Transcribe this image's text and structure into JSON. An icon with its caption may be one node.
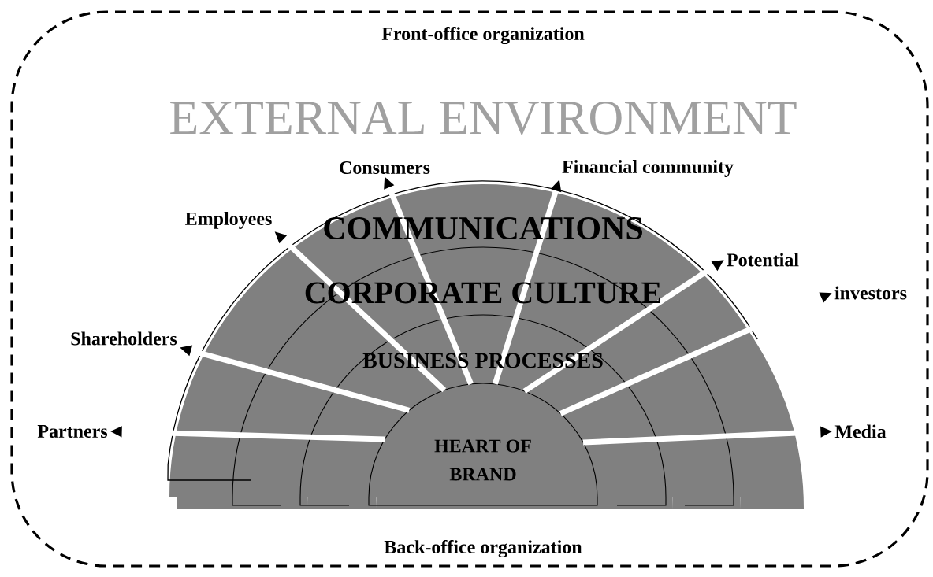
{
  "diagram": {
    "nodes": [
      {
        "text": [
          "Front-office organization",
          "Back-office organization"
        ]
      },
      {
        "text": [
          "HEART OF BRAND"
        ],
        "in": 0
      },
      {
        "text": [
          "BUSINESS PROCESSES"
        ],
        "in": 0
      },
      {
        "text": [
          "CORPORATE CULTURE"
        ],
        "in": 0
      },
      {
        "text": [
          "COMMUNICATIONS"
        ],
        "in": 0
      },
      {
        "text": [
          "Partners"
        ],
        "in": 0
      },
      {
        "text": [
          "Shareholders"
        ],
        "in": 0
      },
      {
        "text": [
          "Employees"
        ],
        "in": 0
      },
      {
        "text": [
          "Consumers"
        ],
        "in": 0
      },
      {
        "text": [
          "Financial community"
        ],
        "in": 0
      },
      {
        "text": [
          "Potential"
        ],
        "in": 0
      },
      {
        "text": [
          "investors"
        ],
        "in": 0
      },
      {
        "text": [
          "Media"
        ],
        "in": 0
      }
    ],
    "edges": [
      {
        "from": 1,
        "to": 5,
        "arrow": "to"
      },
      {
        "from": 1,
        "to": 6,
        "arrow": "to"
      },
      {
        "from": 1,
        "to": 7,
        "arrow": "to"
      },
      {
        "from": 1,
        "to": 8,
        "arrow": "to"
      },
      {
        "from": 1,
        "to": 9,
        "arrow": "to"
      },
      {
        "from": 1,
        "to": 10,
        "arrow": "to"
      },
      {
        "from": 1,
        "to": 11,
        "arrow": "to"
      },
      {
        "from": 1,
        "to": 12,
        "arrow": "to"
      }
    ],
    "labels": [
      "EXTERNAL ENVIRONMENT"
    ]
  }
}
